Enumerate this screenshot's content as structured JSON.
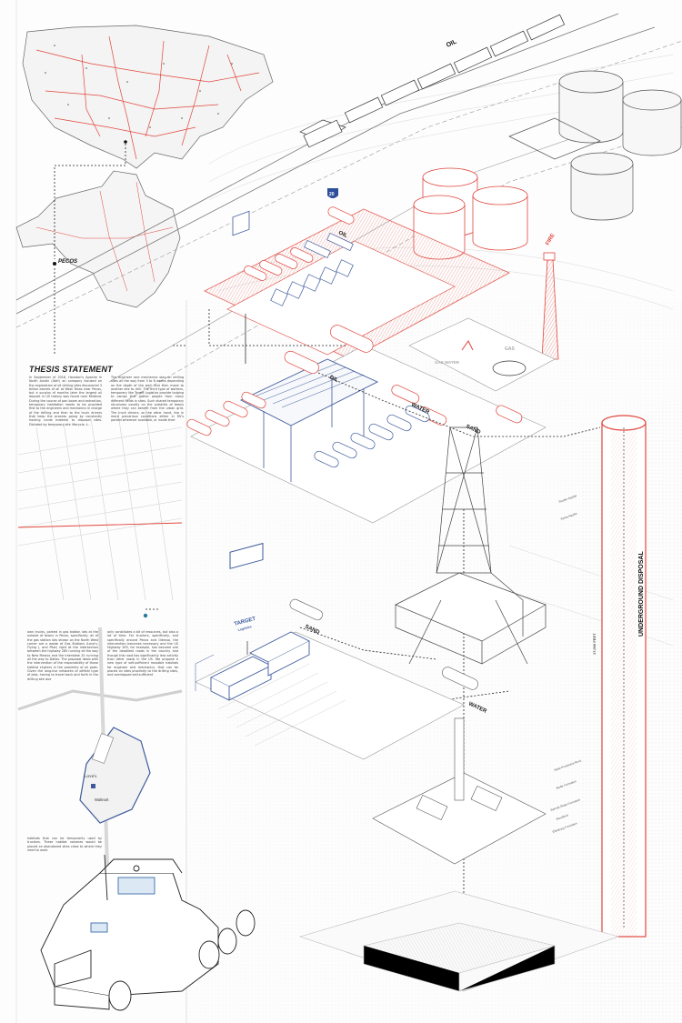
{
  "labels": {
    "oil_rail": "OIL",
    "oil_truck": "OIL",
    "fire": "FIRE",
    "highway": "20",
    "pecos": "PECOS",
    "gas": "GAS",
    "gas_water": "GAS  WATER",
    "oil_flow": "OIL",
    "water_flow_1": "WATER",
    "sand_flow_1": "SAND",
    "sand_flow_2": "SAND",
    "water_flow_2": "WATER",
    "target_sign_1": "TARGET",
    "target_sign_2": "Logistics",
    "loves": "Love's",
    "walmart": "Walmart",
    "underground_disposal": "UNDERGROUND DISPOSAL",
    "depth": "17,000 FEET"
  },
  "strata": [
    "Rustler Aquifer",
    "Santa Aquifer",
    "Base Productive Rock",
    "Wolfe Formation",
    "Barnett Shale Formation",
    "Woodford",
    "Ellenburg Formation"
  ],
  "thesis": {
    "title": "THESIS STATEMENT",
    "col1": "In September of 2016, Houston's Apache in North Austin (Ubfr) an company focused on the exploration of oil drilling sites discovered 3 billion barrels of oil at West Texas near Pecos, but a surplus of months later the largest oil deposit in US history was found near Midland. During the course of pan boom and extraction, temporary habitation needs to be provided first to the engineers and mechanics in charge of the drilling and then to the truck drivers that keep the process going by constantly hauling crude material to disposal sites. Dictated by temporary site lifecycle, t...",
    "col2": "The engineer and mechanics stay on drilling sites all the way from 3 to 6 weeks depending on the depth of the well, and then move to another site to drill. The third type of workers, temporary like Target Logistics provide lodging to camps that gather people from many different fields in sites. Such shared temporary structures usually on the outskirts of towns where they can benefit from the urban grid. The truck drivers, on the other hand, live in more precarious conditions either in RV's parked wherever available, or inside their",
    "col3": "own trucks, parked in gas station lots at the outside of towns in Pecos, specifically, all of the gas station lots shown on the North West corner are a waste of Gas Stations (Love's, Flying J, and Pilot) right at the intersection between the highway 285 running all the way to New Mexico and the interstate 20 running all the way to Dallas. The proposal deals with the intervention of the responsibility of those habitat clusters in the proximity of oil pads. Given the long-live networks of oilfield type of jobs, having to travel back and forth in the drilling site due",
    "col4": "only constitutes a bit of resources, but also a lot of time. For truckers, specifically, and specifically around Pecos and Odessa, the intervention becomes necessary and the US Highway 285, for example, has become one of the deadliest roads in the country and though this road has significantly less activity than other roads in the US. We propose a new type of self-sufficient movable habitats for engineer and mechanics, that can be placed on sites proximity to the drilling sites, and overlapped self-sufficient",
    "bottom": "habitats that can be temporarily used by truckers. These habitat volumes would be placed on abandoned sites close to where they need to work."
  },
  "colors": {
    "red": "#e0463c",
    "blue": "#3d5a9c",
    "ink": "#333333"
  }
}
